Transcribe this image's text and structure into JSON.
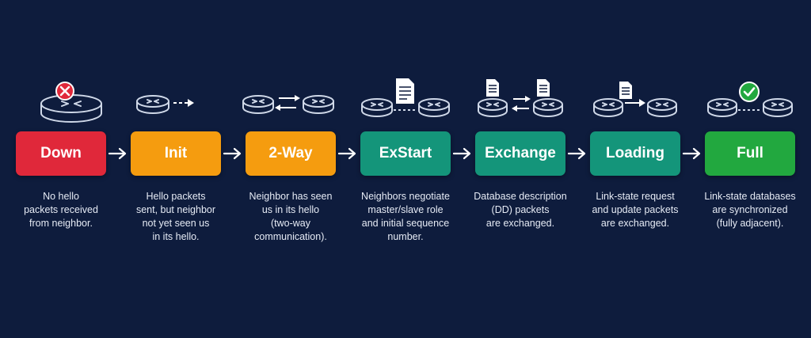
{
  "stages": [
    {
      "label": "Down",
      "color": "#e0283a",
      "description": "No hello\npackets received\nfrom neighbor."
    },
    {
      "label": "Init",
      "color": "#f59c0f",
      "description": "Hello packets\nsent, but neighbor\nnot yet seen us\nin its hello."
    },
    {
      "label": "2-Way",
      "color": "#f59c0f",
      "description": "Neighbor has seen\nus in its hello\n(two-way\ncommunication)."
    },
    {
      "label": "ExStart",
      "color": "#14957a",
      "description": "Neighbors negotiate\nmaster/slave role\nand initial sequence\nnumber."
    },
    {
      "label": "Exchange",
      "color": "#14957a",
      "description": "Database description\n(DD) packets\nare exchanged."
    },
    {
      "label": "Loading",
      "color": "#14957a",
      "description": "Link-state request\nand update packets\nare exchanged."
    },
    {
      "label": "Full",
      "color": "#22a83f",
      "description": "Link-state databases\nare synchronized\n(fully adjacent)."
    }
  ],
  "colors": {
    "background": "#0e1c3d",
    "router_outline": "#cfd8e8",
    "arrow": "#ffffff",
    "error": "#e0283a",
    "success": "#22a83f"
  },
  "icons": [
    "router-x-icon",
    "router-arrow-icon",
    "routers-bidirectional-icon",
    "routers-document-icon",
    "routers-documents-exchange-icon",
    "routers-document-arrow-icon",
    "routers-check-icon"
  ]
}
